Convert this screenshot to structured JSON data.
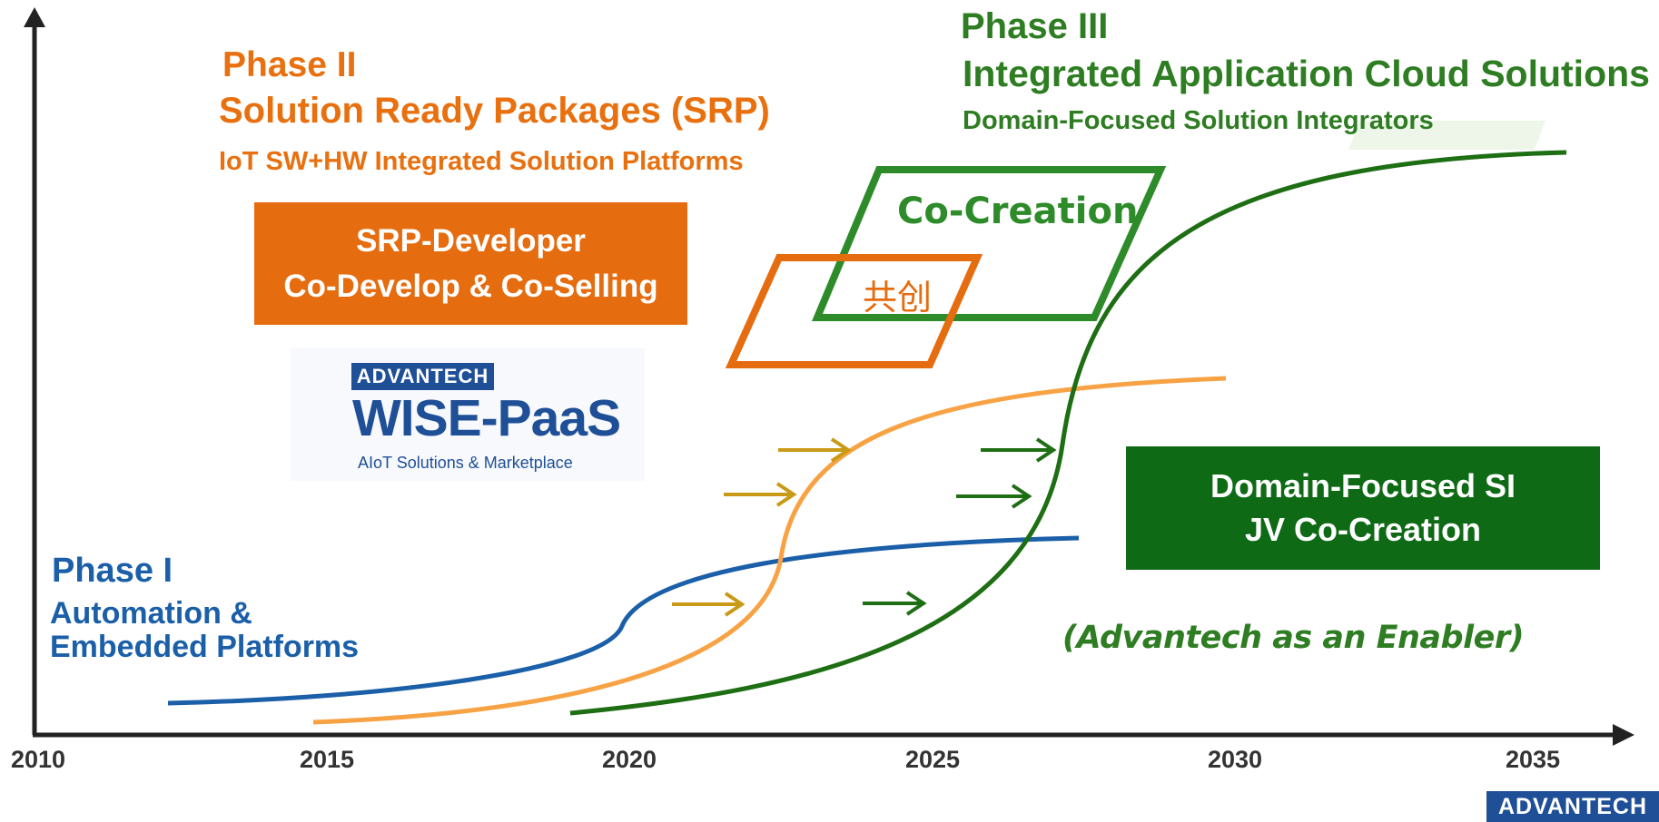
{
  "axis": {
    "ticks": [
      "2010",
      "2015",
      "2020",
      "2025",
      "2030",
      "2035"
    ]
  },
  "phase1": {
    "title": "Phase I",
    "line1": "Automation &",
    "line2": "Embedded Platforms"
  },
  "phase2": {
    "title": "Phase II",
    "subtitle": "Solution Ready Packages (SRP)",
    "description": "IoT SW+HW Integrated Solution Platforms"
  },
  "phase3": {
    "title": "Phase III",
    "subtitle": "Integrated Application Cloud Solutions",
    "description": "Domain-Focused Solution Integrators"
  },
  "srp_box": {
    "line1": "SRP-Developer",
    "line2": "Co-Develop & Co-Selling"
  },
  "wise_logo": {
    "brand": "ADVANTECH",
    "product": "WISE-PaaS",
    "tagline": "AIoT Solutions & Marketplace"
  },
  "cocreation": {
    "label": "Co-Creation",
    "chinese": "共创"
  },
  "si_box": {
    "line1": "Domain-Focused SI",
    "line2": "JV Co-Creation"
  },
  "enabler": "(Advantech as an Enabler)",
  "footer_logo": "ADVANTECH",
  "colors": {
    "orange_text": "#e8700f",
    "orange_box": "#e56c0f",
    "orange_curve": "#f7a345",
    "green": "#2e7d22",
    "green_box": "#0e6a15",
    "blue": "#1a5fa8",
    "arrow_gold": "#c89a16",
    "arrow_green": "#1e6e14",
    "logo_blue": "#1f4f96"
  }
}
